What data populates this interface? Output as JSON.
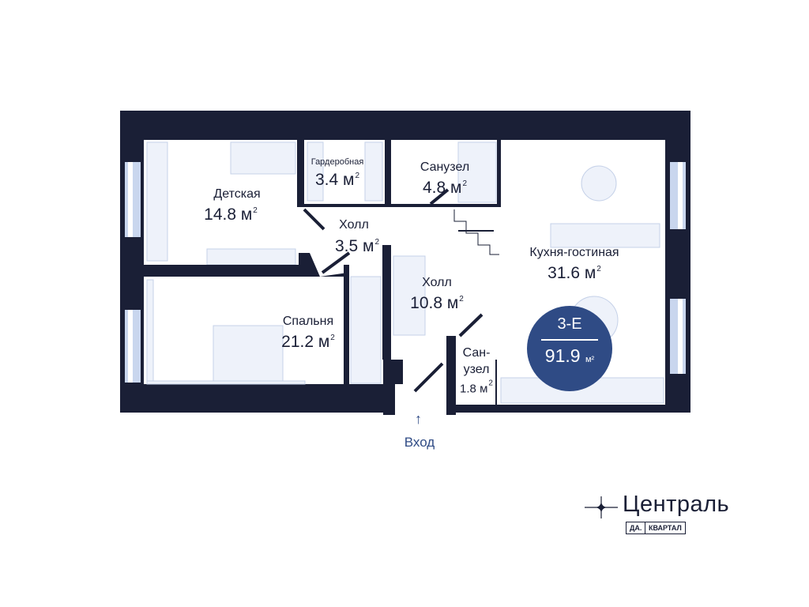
{
  "rooms": {
    "kids": {
      "name": "Детская",
      "area": "14.8 м"
    },
    "wardrobe": {
      "name": "Гардеробная",
      "area": "3.4 м"
    },
    "bathroom": {
      "name": "Санузел",
      "area": "4.8 м"
    },
    "hall_small": {
      "name": "Холл",
      "area": "3.5 м"
    },
    "kitchen_living": {
      "name": "Кухня-гостиная",
      "area": "31.6 м"
    },
    "hall_main": {
      "name": "Холл",
      "area": "10.8 м"
    },
    "bedroom": {
      "name": "Спальня",
      "area": "21.2 м"
    },
    "wc": {
      "name_line1": "Сан-",
      "name_line2": "узел",
      "area": "1.8 м"
    }
  },
  "sup": "2",
  "badge": {
    "code": "3-Е",
    "total": "91.9",
    "unit": "м²"
  },
  "entry": {
    "label": "Вход",
    "arrow": "↑"
  },
  "logo": {
    "name": "Централь",
    "tag1": "ДА.",
    "tag2": "КВАРТАЛ"
  },
  "colors": {
    "wall": "#1a1f36",
    "accent": "#2f4b85",
    "furniture": "#dbe4f3",
    "window": "#c9d6ee"
  }
}
